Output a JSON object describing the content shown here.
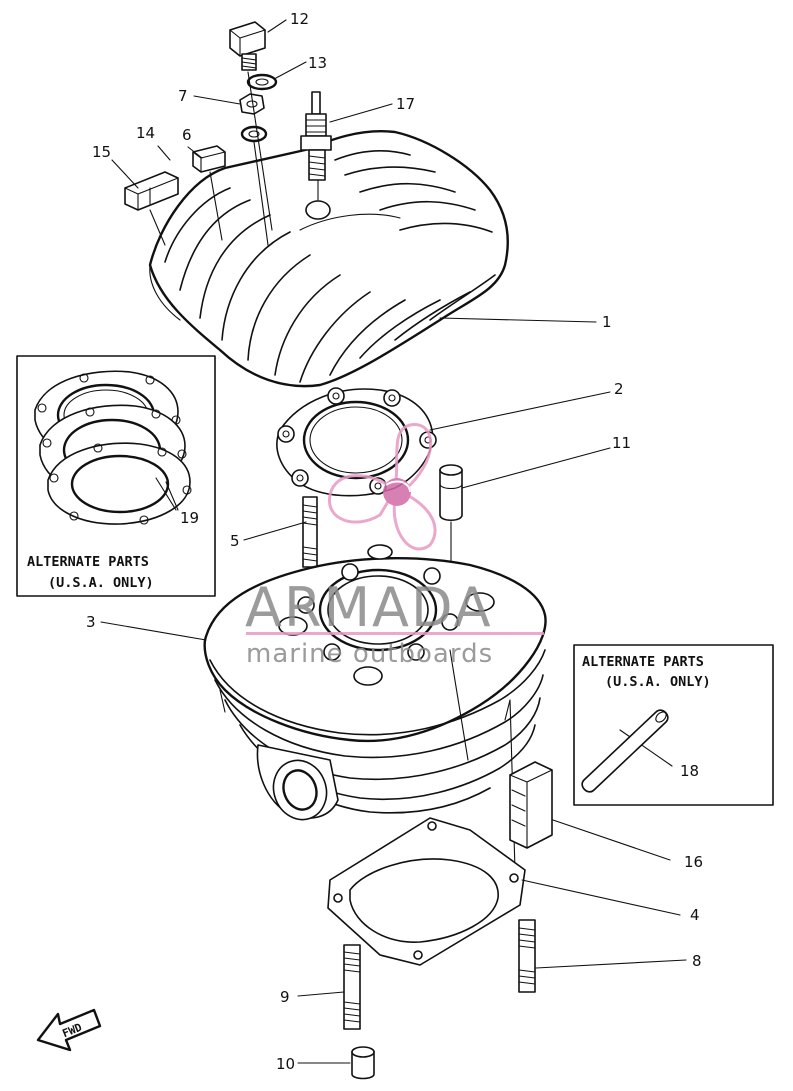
{
  "callouts": {
    "c1": "1",
    "c2": "2",
    "c3": "3",
    "c4": "4",
    "c5": "5",
    "c6": "6",
    "c7": "7",
    "c8": "8",
    "c9": "9",
    "c10": "10",
    "c11": "11",
    "c12": "12",
    "c13": "13",
    "c14": "14",
    "c15": "15",
    "c16": "16",
    "c17": "17",
    "c18": "18",
    "c19": "19"
  },
  "alt_box_left": {
    "line1": "ALTERNATE PARTS",
    "line2": "(U.S.A. ONLY)"
  },
  "alt_box_right": {
    "line1": "ALTERNATE PARTS",
    "line2": "(U.S.A. ONLY)"
  },
  "fwd_arrow": {
    "label": "FWD"
  },
  "watermark": {
    "brand": "ARMADA",
    "tagline": "marine outboards",
    "colors": {
      "logo": "#e89ac4",
      "logo_dark": "#d16aa6",
      "text": "#8a8a8a"
    }
  }
}
